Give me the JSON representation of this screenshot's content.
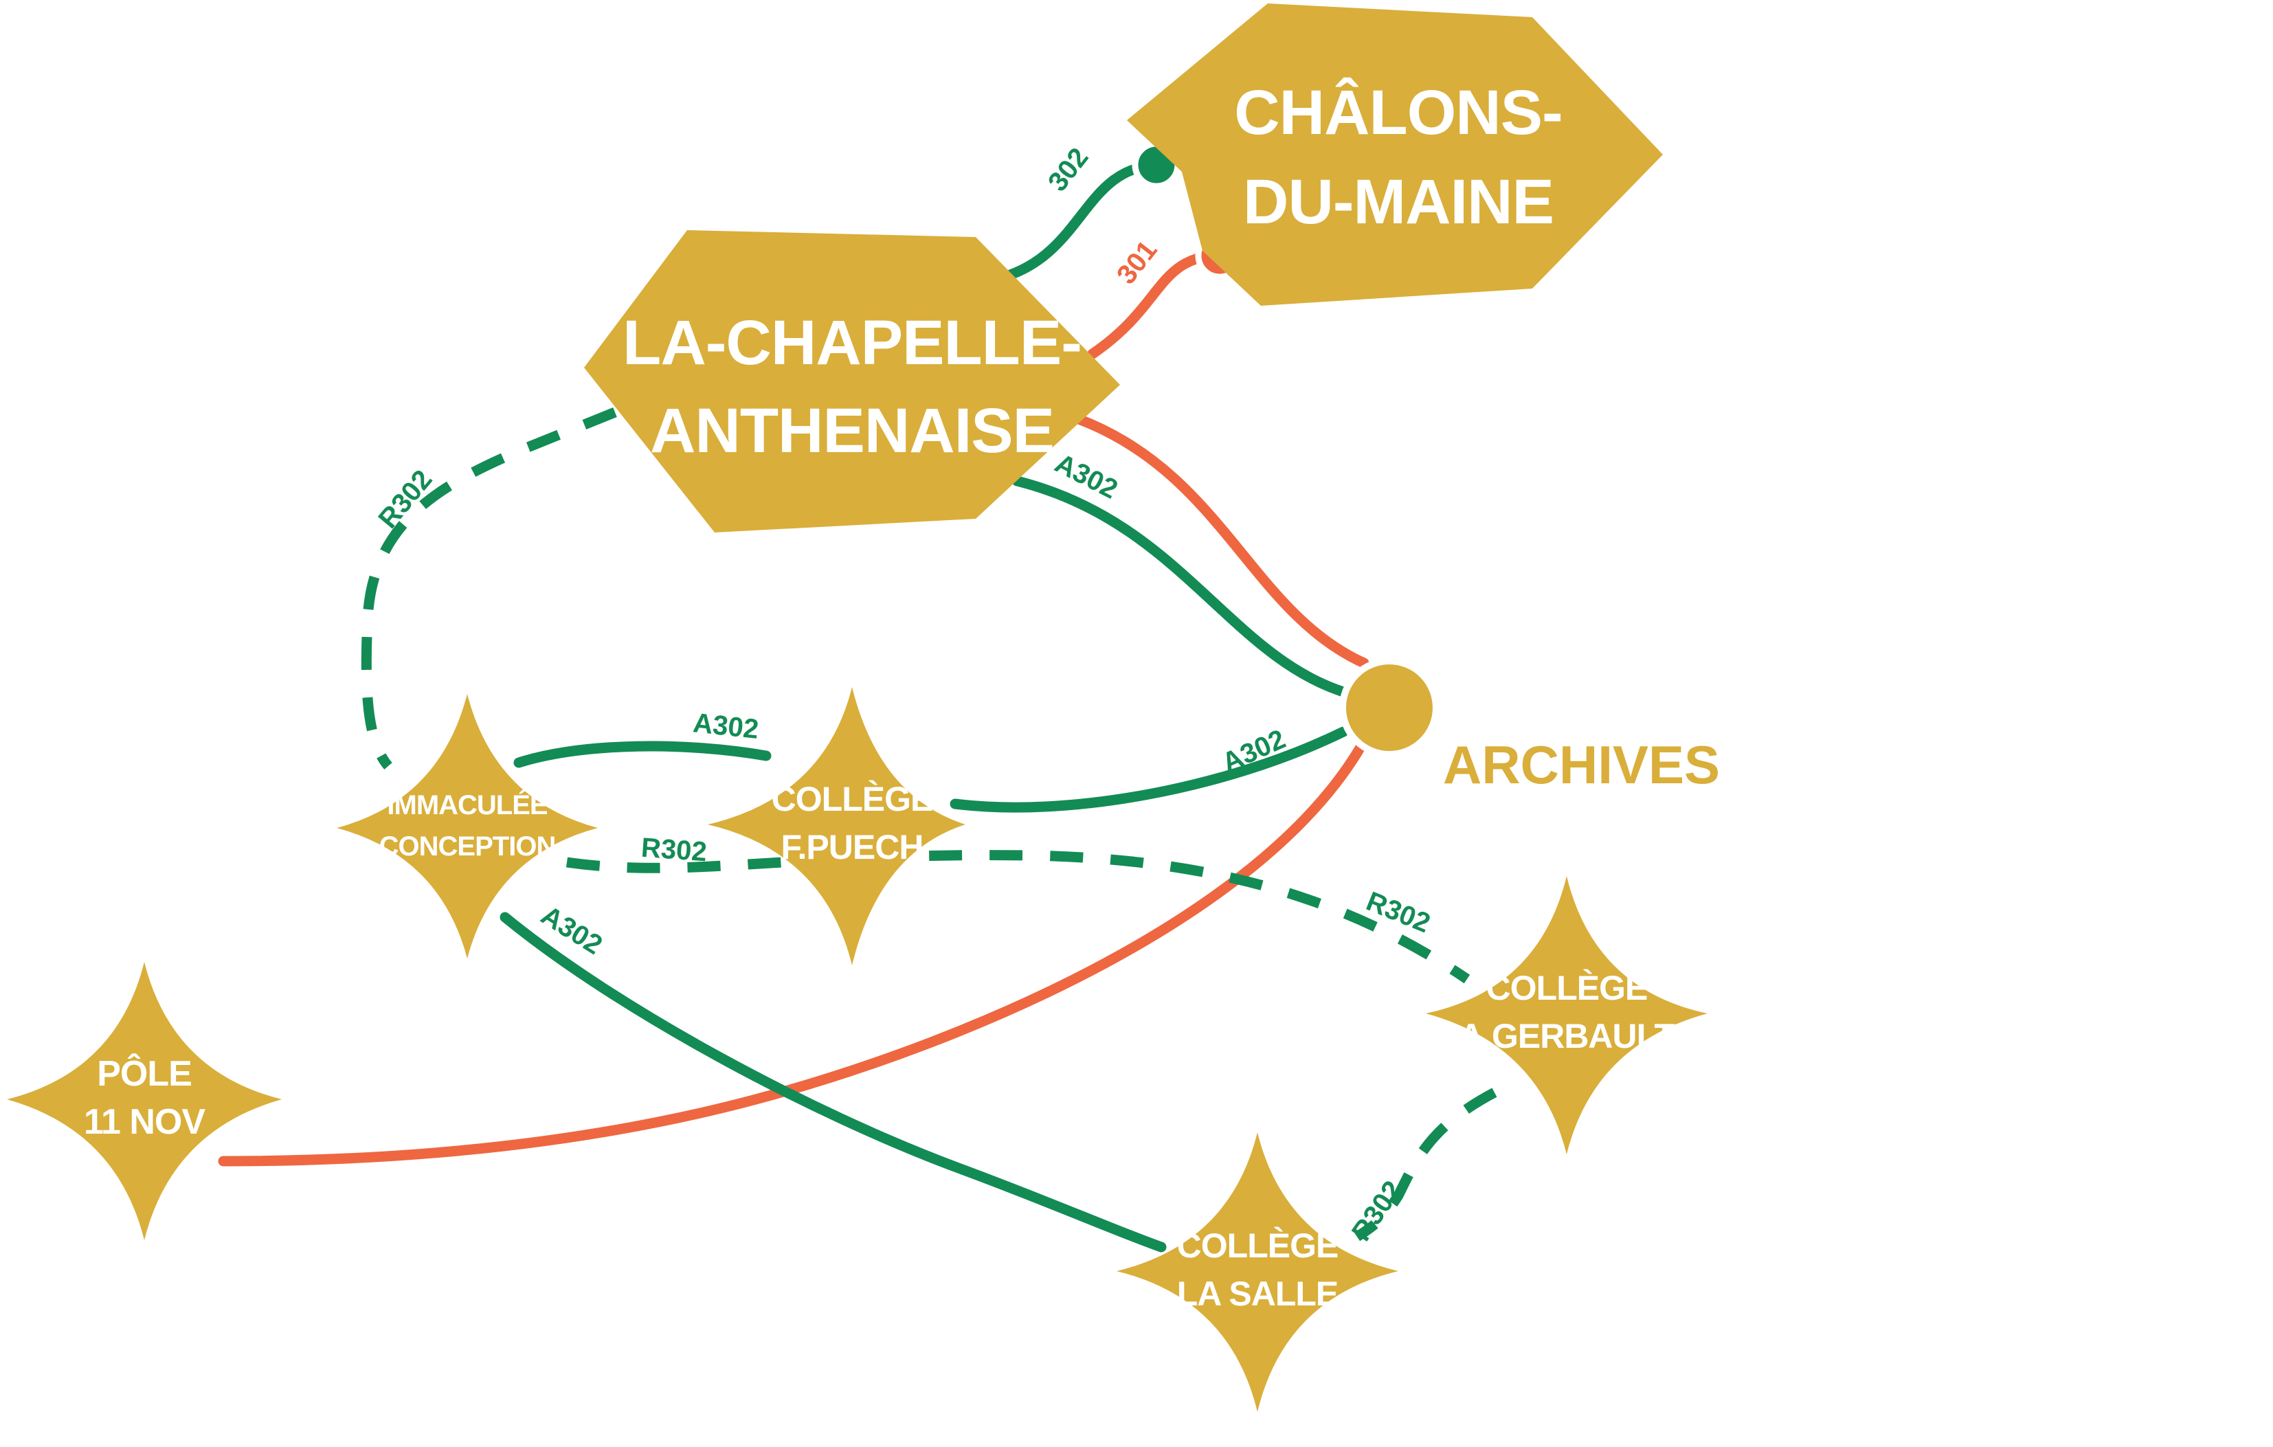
{
  "colors": {
    "gold": "#D9AE3A",
    "green": "#138B55",
    "orange": "#EE6741",
    "background": "#FFFFFF"
  },
  "stops": {
    "chalons": {
      "line1": "CHÂLONS-",
      "line2": "DU-MAINE"
    },
    "chapelle": {
      "line1": "LA-CHAPELLE-",
      "line2": "ANTHENAISE"
    },
    "archives": {
      "label": "ARCHIVES"
    },
    "immaculee": {
      "line1": "IMMACULÉE",
      "line2": "CONCEPTION"
    },
    "puech": {
      "line1": "COLLÈGE",
      "line2": "F.PUECH"
    },
    "gerbault": {
      "line1": "COLLÈGE",
      "line2": "A.GERBAULT"
    },
    "pole": {
      "line1": "PÔLE",
      "line2": "11 NOV"
    },
    "lasalle": {
      "line1": "COLLÈGE",
      "line2": "LA SALLE"
    }
  },
  "routes": {
    "r302_label": "302",
    "r301_label": "301",
    "a302_label": "A302",
    "rr302_label": "R302"
  }
}
